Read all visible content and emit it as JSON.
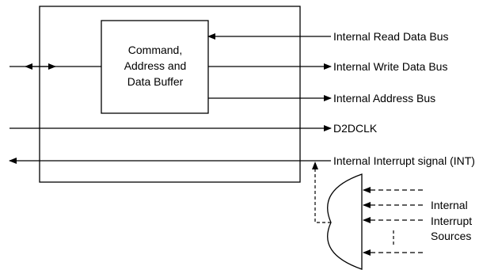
{
  "buffer": {
    "lines": [
      "Command,",
      "Address and",
      "Data Buffer"
    ]
  },
  "signals": {
    "read_bus": "Internal Read Data Bus",
    "write_bus": "Internal Write Data Bus",
    "address_bus": "Internal Address Bus",
    "clock": "D2DCLK",
    "interrupt": "Internal Interrupt signal (INT)"
  },
  "interrupt_sources": {
    "lines": [
      "Internal",
      "Interrupt",
      "Sources"
    ]
  }
}
